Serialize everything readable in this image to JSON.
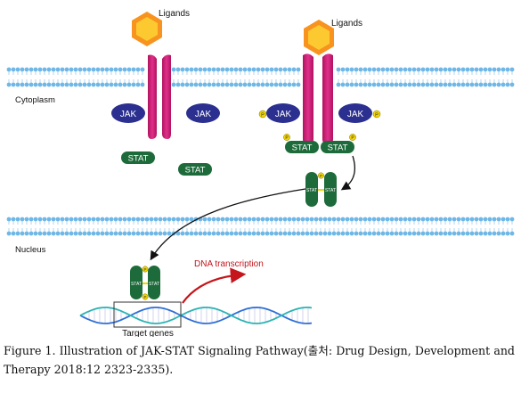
{
  "labels": {
    "ligands_left": "Ligands",
    "ligands_right": "Ligands",
    "cytoplasm": "Cytoplasm",
    "nucleus": "Nucleus",
    "jak": "JAK",
    "stat": "STAT",
    "phospho": "P",
    "dna_transcription": "DNA transcription",
    "target_genes": "Target genes"
  },
  "caption": "Figure 1. Illustration of JAK-STAT Signaling Pathway(출처: Drug Design, Development and Therapy 2018:12 2323-2335).",
  "colors": {
    "membrane": "#6fb7e6",
    "receptor": "#d81b7a",
    "jak": "#2b2f8f",
    "stat": "#1d6b3a",
    "phospho": "#f2d500",
    "ligand_outer": "#f7931e",
    "ligand_inner": "#fdd835",
    "dna_blue": "#2f6fd6",
    "dna_teal": "#2bb3b3",
    "arrow_red": "#c4161c"
  }
}
